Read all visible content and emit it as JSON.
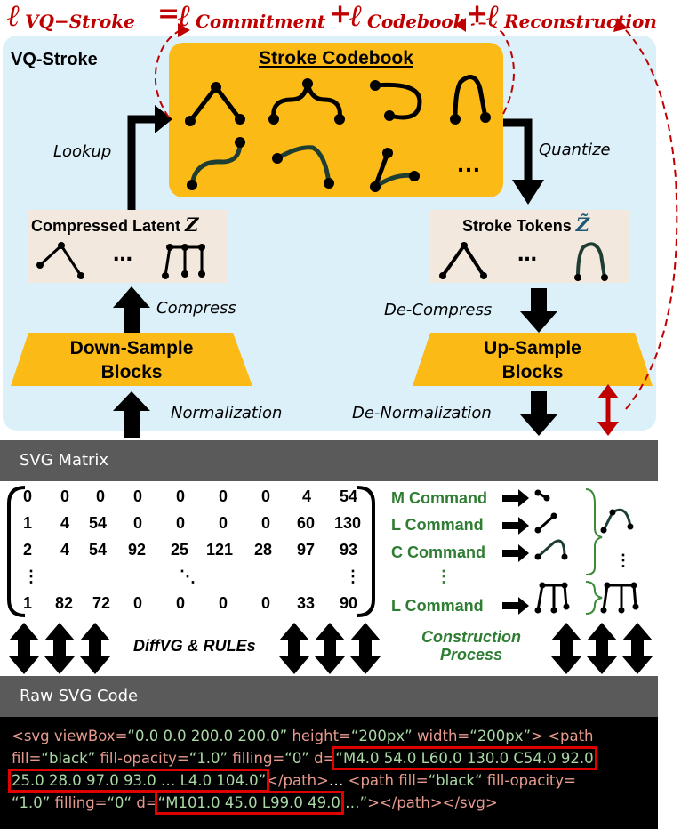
{
  "equation": {
    "lhs": "ℓ",
    "lhs_sub": "VQ−Stroke",
    "eq": "=",
    "t1": "ℓ",
    "t1_sub": "Commitment",
    "plus1": "+",
    "t2": "ℓ",
    "t2_sub": "Codebook",
    "plus2": "+",
    "t3": "ℓ",
    "t3_sub": "Reconstruction"
  },
  "panel_label": "VQ-Stroke",
  "codebook_title": "Stroke Codebook",
  "codebook_ellipsis": "…",
  "lookup_label": "Lookup",
  "quantize_label": "Quantize",
  "latent": {
    "label": "Compressed Latent",
    "symbol": "Z",
    "ellipsis": "…"
  },
  "tokens": {
    "label": "Stroke Tokens",
    "symbol": "Z̃",
    "ellipsis": "…"
  },
  "compress_label": "Compress",
  "decompress_label": "De-Compress",
  "downsample": {
    "line1": "Down-Sample",
    "line2": "Blocks"
  },
  "upsample": {
    "line1": "Up-Sample",
    "line2": "Blocks"
  },
  "normalization_label": "Normalization",
  "denormalization_label": "De-Normalization",
  "svg_matrix_title": "SVG Matrix",
  "matrix": {
    "rows": [
      [
        "0",
        "0",
        "0",
        "0",
        "0",
        "0",
        "0",
        "4",
        "54"
      ],
      [
        "1",
        "4",
        "54",
        "0",
        "0",
        "0",
        "0",
        "60",
        "130"
      ],
      [
        "2",
        "4",
        "54",
        "92",
        "25",
        "121",
        "28",
        "97",
        "93"
      ],
      [
        "⋮",
        "",
        "",
        "",
        "⋱",
        "",
        "",
        "",
        "⋮"
      ],
      [
        "1",
        "82",
        "72",
        "0",
        "0",
        "0",
        "0",
        "33",
        "90"
      ]
    ]
  },
  "commands": [
    {
      "label": "M Command"
    },
    {
      "label": "L Command"
    },
    {
      "label": "C Command"
    },
    {
      "label": "⋮"
    },
    {
      "label": "L Command"
    }
  ],
  "diffvg_label": "DiffVG & RULEs",
  "construction": {
    "line1": "Construction",
    "line2": "Process"
  },
  "raw_svg_title": "Raw SVG Code",
  "code": {
    "l1a": "<svg viewBox=",
    "l1b": "“0.0 0.0 200.0 200.0”",
    "l1c": " height=",
    "l1d": "“200px”",
    "l1e": " width=",
    "l1f": "“200px”",
    "l1g": "> <path",
    "l2a": "fill=",
    "l2b": "“black”",
    "l2c": " fill-opacity=",
    "l2d": "“1.0”",
    "l2e": " filling=",
    "l2f": "“0”",
    "l2g": " d=",
    "l2h": "“M4.0 54.0 L60.0 130.0 C54.0 92.0",
    "l3a": "25.0 28.0 97.0 93.0 … L4.0 104.0”",
    "l3b": "</path>",
    "l3c": "… ",
    "l3d": "<path",
    "l3e": " fill=",
    "l3f": "“black“",
    "l3g": " fill-opacity=",
    "l4a": "“1.0”",
    "l4b": " filling=",
    "l4c": "“0“",
    "l4d": " d=",
    "l4e": "“M101.0 45.0 L99.0 49.0",
    "l4f": " …”",
    "l4g": "></path></svg>"
  },
  "colors": {
    "panel": "#dcf0f9",
    "codebook": "#fcba16",
    "latent_box": "#f3e8de",
    "loss_red": "#c00000",
    "command_green": "#2e7d32",
    "bar_gray": "#5a5a5a",
    "highlight_red": "#e00000"
  }
}
